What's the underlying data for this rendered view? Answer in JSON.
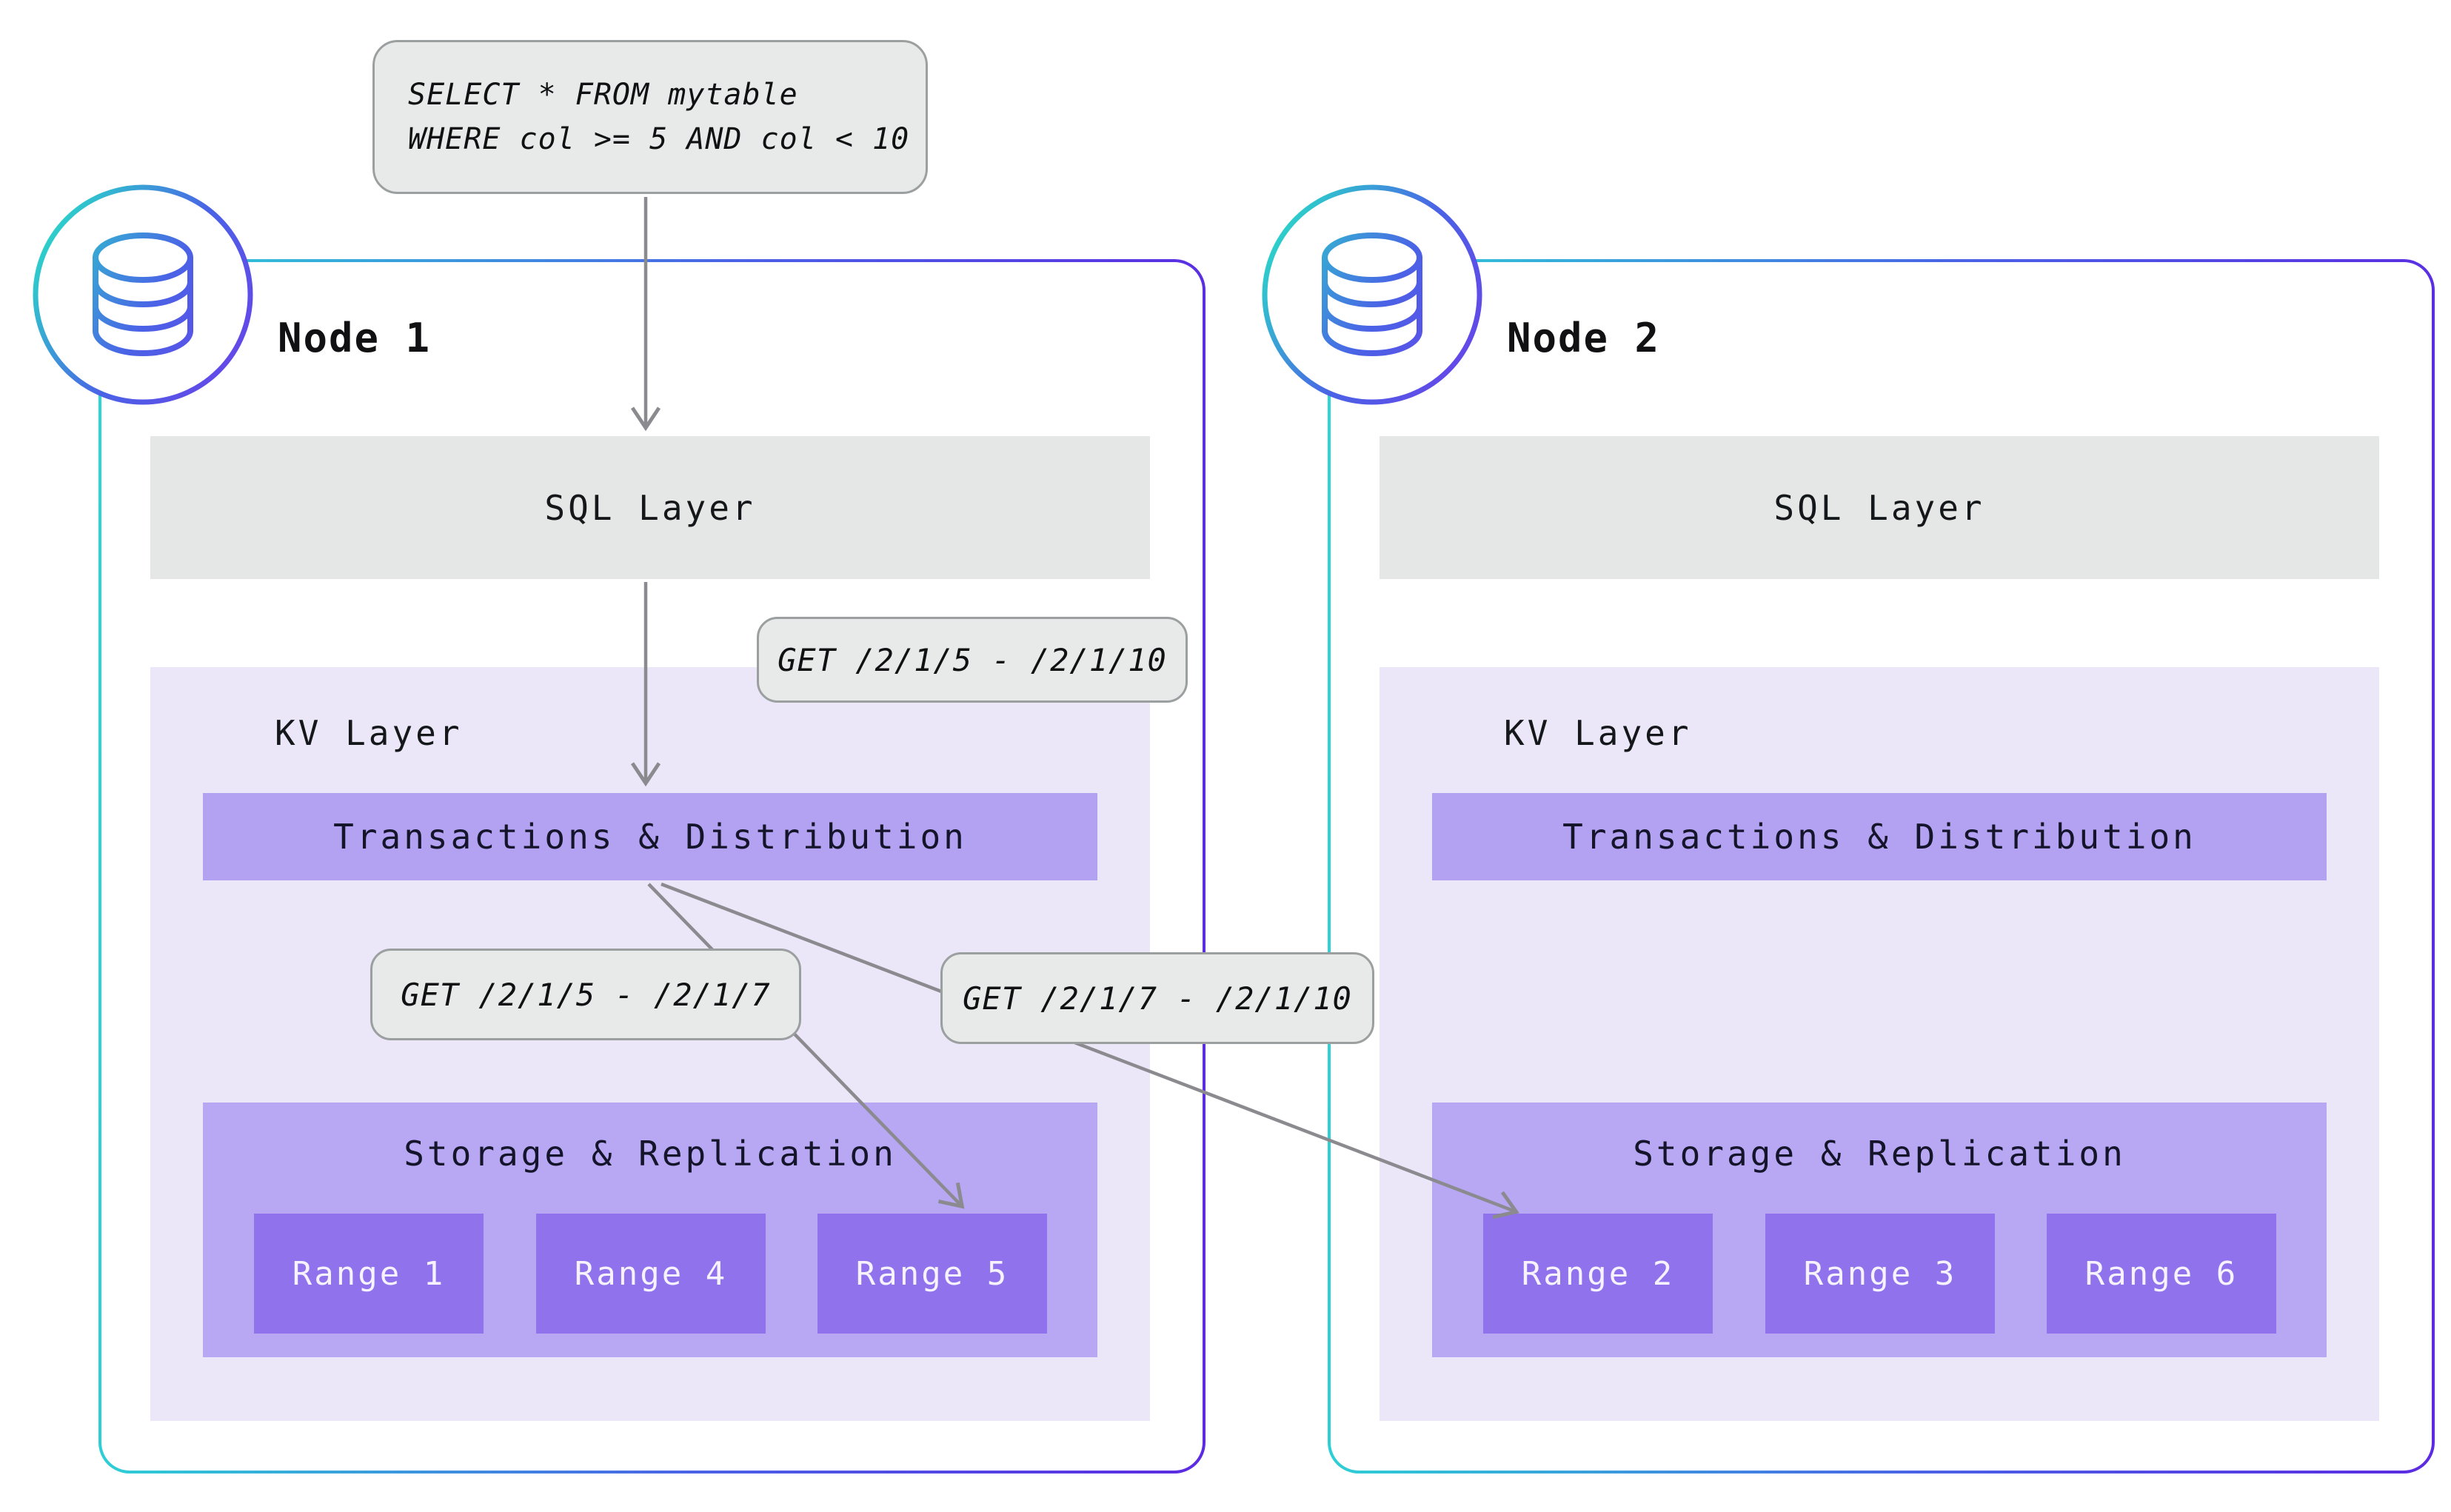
{
  "query": {
    "line1": "SELECT * FROM mytable",
    "line2": "WHERE col >= 5 AND col < 10"
  },
  "get_labels": {
    "full": "GET /2/1/5 - /2/1/10",
    "left": "GET /2/1/5 - /2/1/7",
    "right": "GET /2/1/7 - /2/1/10"
  },
  "nodes": [
    {
      "title": "Node 1",
      "sql": "SQL Layer",
      "kv": "KV Layer",
      "transactions": "Transactions & Distribution",
      "storage": "Storage & Replication",
      "ranges": [
        "Range 1",
        "Range 4",
        "Range 5"
      ]
    },
    {
      "title": "Node 2",
      "sql": "SQL Layer",
      "kv": "KV Layer",
      "transactions": "Transactions & Distribution",
      "storage": "Storage & Replication",
      "ranges": [
        "Range 2",
        "Range 3",
        "Range 6"
      ]
    }
  ],
  "icons": {
    "node_badge": "database-icon"
  },
  "colors": {
    "node_border_start": "#2bd7d4",
    "node_border_mid": "#4a63e6",
    "node_border_end": "#5c2ae2",
    "icon_gradient_start": "#2bd4c9",
    "icon_gradient_end": "#6547e8",
    "gray_box_bg": "#e8eae9",
    "gray_box_border": "#9b9fa0",
    "sql_layer_bg": "#e5e7e6",
    "kv_layer_bg": "#ebe7f9",
    "transactions_bar_bg": "#b3a1f1",
    "storage_bg": "#b8a7f3",
    "range_bg": "#9073ec",
    "arrow": "#8a8a8f",
    "text_dark": "#15181a",
    "text_light": "#f6f2ff"
  }
}
